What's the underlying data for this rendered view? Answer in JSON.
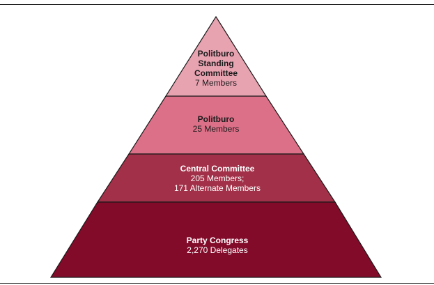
{
  "pyramid": {
    "tiers": [
      {
        "title_lines": [
          "Politburo",
          "Standing",
          "Committee"
        ],
        "detail_lines": [
          "7 Members"
        ],
        "color": "#E8A3B1"
      },
      {
        "title_lines": [
          "Politburo"
        ],
        "detail_lines": [
          "25 Members"
        ],
        "color": "#DC7088"
      },
      {
        "title_lines": [
          "Central Committee"
        ],
        "detail_lines": [
          "205 Members;",
          "171 Alternate Members"
        ],
        "color": "#A13048"
      },
      {
        "title_lines": [
          "Party Congress"
        ],
        "detail_lines": [
          "2,270 Delegates"
        ],
        "color": "#820B2A"
      }
    ],
    "text_colors": {
      "light_tiers": "#1a1a1a",
      "dark_tiers": "#ffffff"
    },
    "outline_color": "#1a1a1a"
  }
}
